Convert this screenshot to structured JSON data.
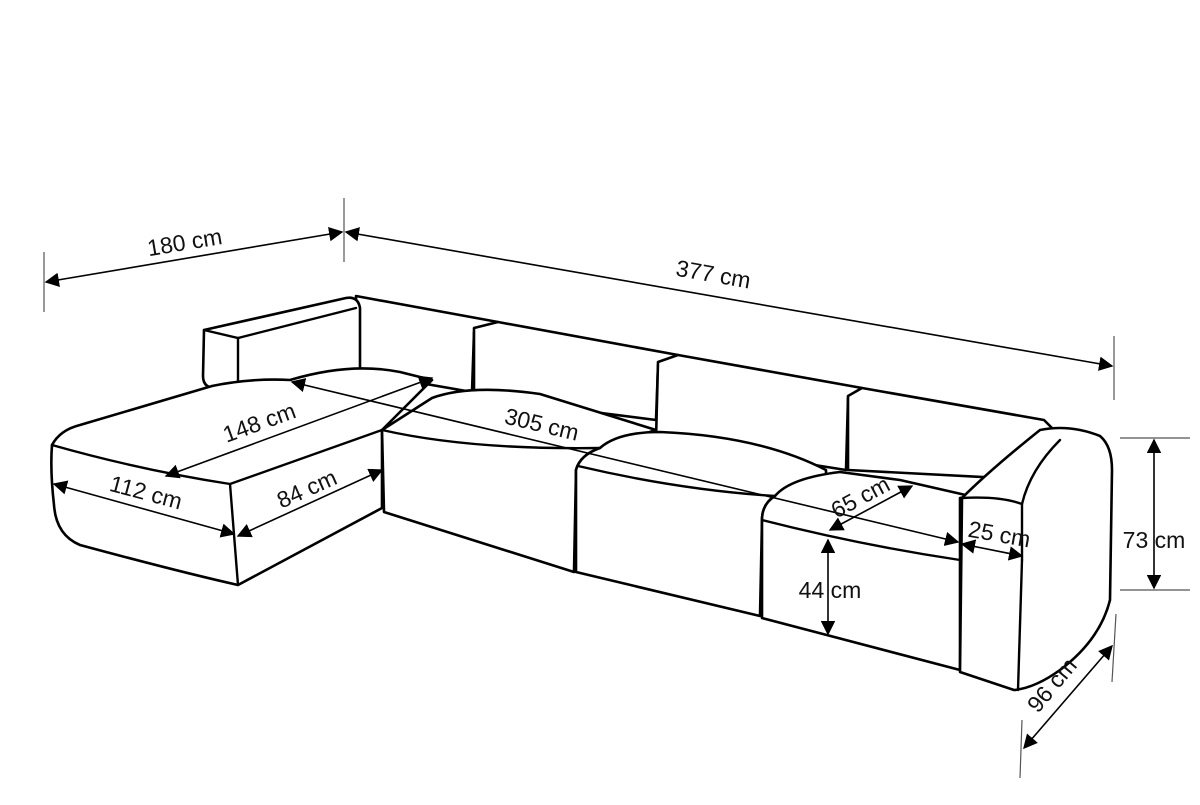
{
  "diagram": {
    "title": "",
    "colors": {
      "line": "#000000",
      "fill": "#ffffff",
      "background": "#ffffff"
    },
    "dimensions": {
      "total_length_chaise": "180 cm",
      "total_length_sofa": "377 cm",
      "chaise_length": "148 cm",
      "seat_width": "305 cm",
      "chaise_width": "112 cm",
      "chaise_depth": "84 cm",
      "seat_depth": "65 cm",
      "armrest_width": "25 cm",
      "seat_height": "44 cm",
      "total_height": "73 cm",
      "total_depth": "96 cm"
    }
  }
}
